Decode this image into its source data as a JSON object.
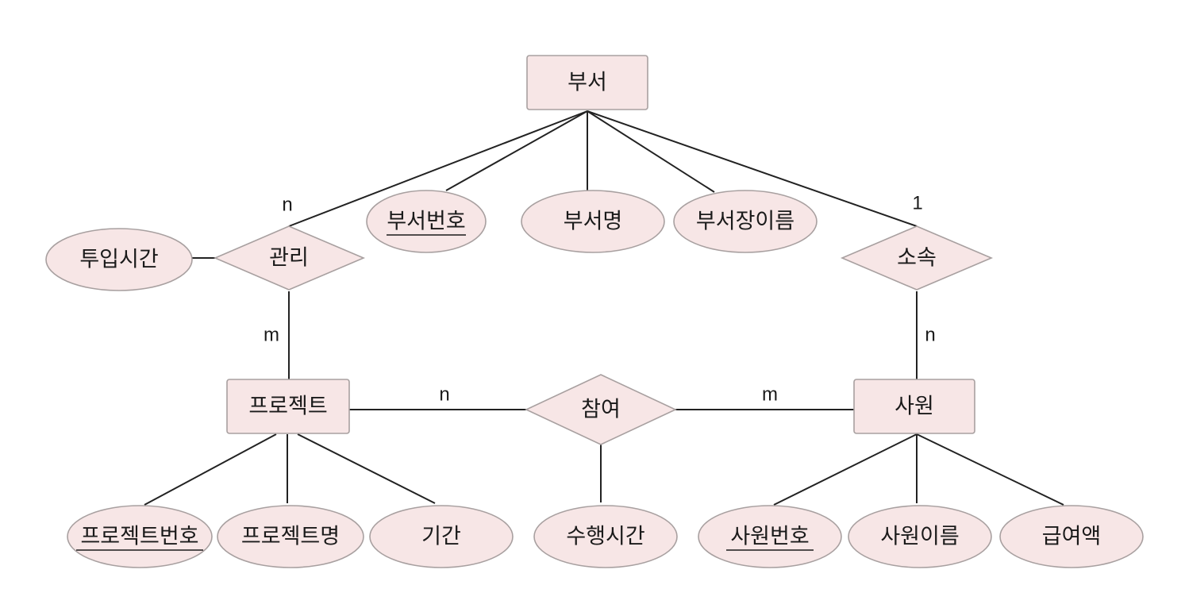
{
  "entities": {
    "department": "부서",
    "project": "프로젝트",
    "employee": "사원"
  },
  "relationships": {
    "manage": "관리",
    "belong": "소속",
    "participate": "참여"
  },
  "attributes": {
    "dept_no": "부서번호",
    "dept_name": "부서명",
    "dept_head_name": "부서장이름",
    "input_time": "투입시간",
    "project_no": "프로젝트번호",
    "project_name": "프로젝트명",
    "period": "기간",
    "work_time": "수행시간",
    "emp_no": "사원번호",
    "emp_name": "사원이름",
    "salary": "급여액"
  },
  "cardinalities": {
    "manage_department": "n",
    "manage_project": "m",
    "belong_department": "1",
    "belong_employee": "n",
    "participate_project": "n",
    "participate_employee": "m"
  },
  "colors": {
    "shape_fill": "#f7e6e6",
    "shape_stroke": "#a8a0a0",
    "line": "#222222",
    "text": "#1a1a1a"
  }
}
